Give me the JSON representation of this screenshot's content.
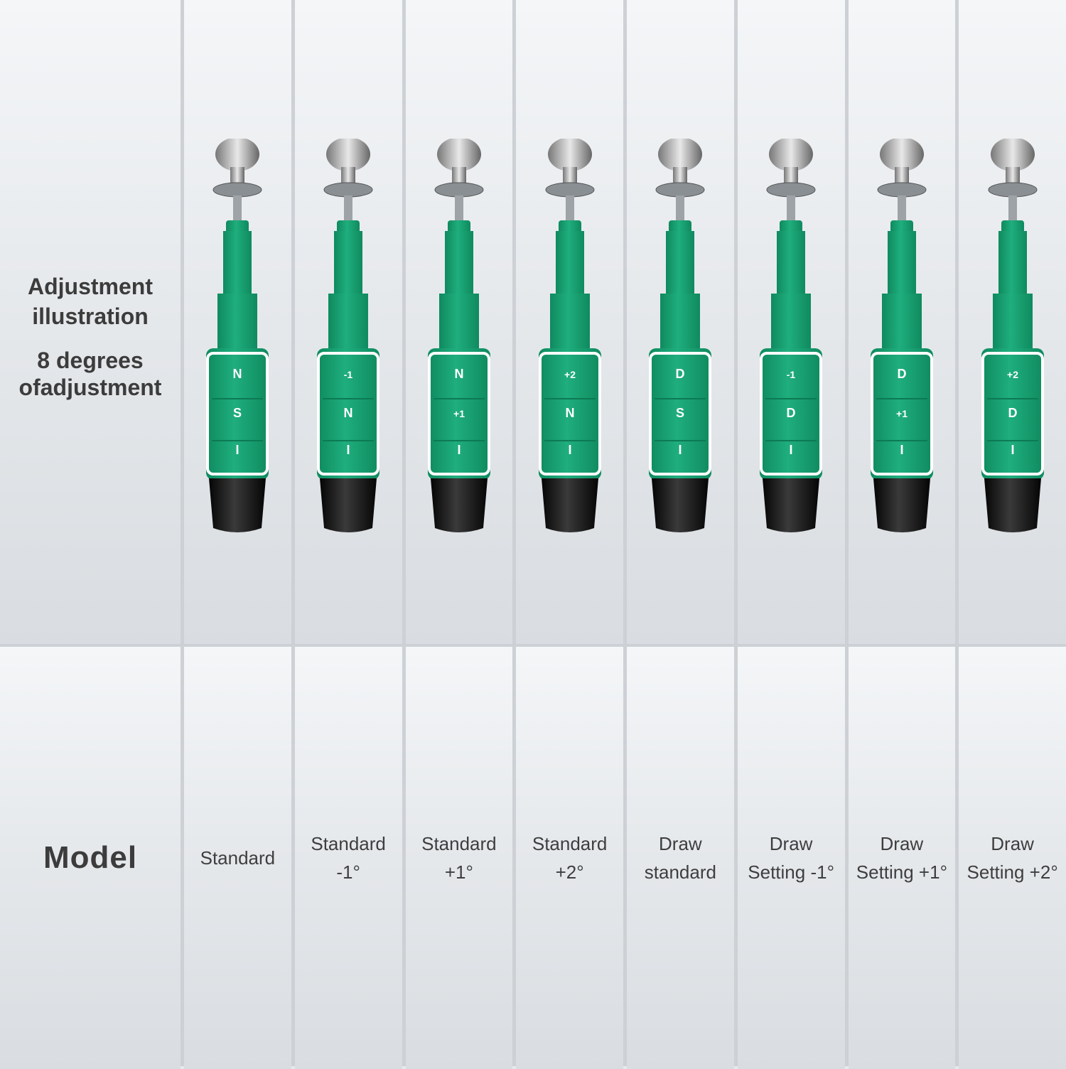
{
  "header": {
    "title": "Adjustment illustration",
    "subtitle": "8 degrees ofadjustment"
  },
  "model_label": "Model",
  "colors": {
    "sleeve_green": "#1fae7d",
    "sleeve_dark": "#0f8a5f",
    "tip_black": "#1a1a1a",
    "frame_white": "#ffffff"
  },
  "columns": [
    {
      "model": "Standard",
      "marks": [
        "N",
        "S",
        "I"
      ]
    },
    {
      "model": "Standard -1°",
      "marks": [
        "-1",
        "N",
        "I"
      ]
    },
    {
      "model": "Standard +1°",
      "marks": [
        "N",
        "+1",
        "I"
      ]
    },
    {
      "model": "Standard +2°",
      "marks": [
        "+2",
        "N",
        "I"
      ]
    },
    {
      "model": "Draw\nstandard",
      "marks": [
        "D",
        "S",
        "I"
      ]
    },
    {
      "model": "Draw\nSetting -1°",
      "marks": [
        "-1",
        "D",
        "I"
      ]
    },
    {
      "model": "Draw\nSetting +1°",
      "marks": [
        "D",
        "+1",
        "I"
      ]
    },
    {
      "model": "Draw\nSetting +2°",
      "marks": [
        "+2",
        "D",
        "I"
      ]
    }
  ]
}
